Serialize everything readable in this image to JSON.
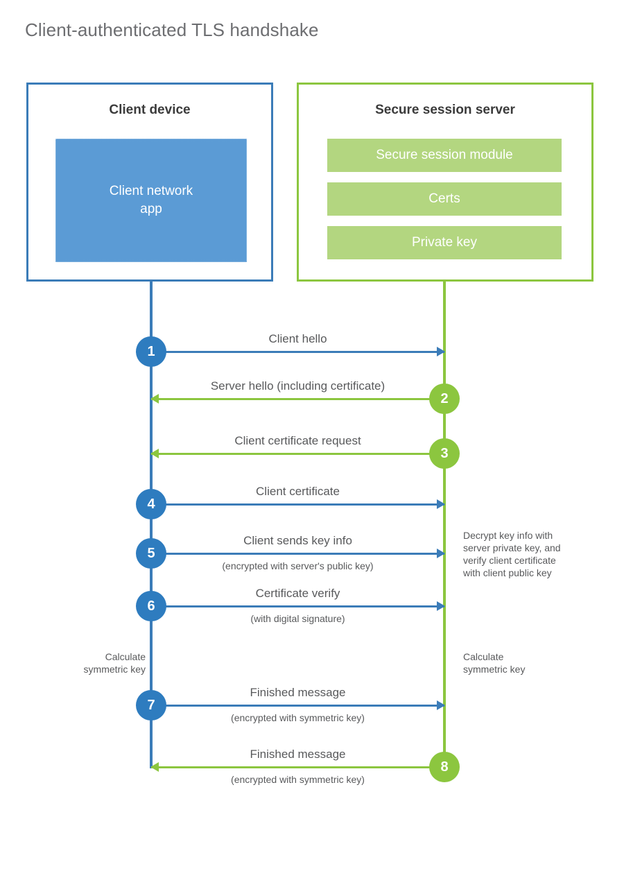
{
  "title": "Client-authenticated TLS handshake",
  "colors": {
    "client_blue": "#3b7cb8",
    "client_badge_blue": "#2e7cbf",
    "client_app_fill": "#5b9bd5",
    "server_green": "#8cc63f",
    "server_mod_fill": "#b3d680",
    "title_gray": "#6d6e71",
    "text_gray": "#58595b",
    "heading_dark": "#3b3b3b",
    "background": "#ffffff"
  },
  "client": {
    "title": "Client device",
    "app_label": "Client network\napp",
    "app_label_lines": [
      "Client network",
      "app"
    ]
  },
  "server": {
    "title": "Secure session server",
    "modules": [
      {
        "label": "Secure session module"
      },
      {
        "label": "Certs"
      },
      {
        "label": "Private key"
      }
    ]
  },
  "notes": {
    "server_decrypt": "Decrypt key info with server private key, and verify client certificate with client public key",
    "server_decrypt_lines": [
      "Decrypt key info with",
      "server private key, and",
      "verify client certificate",
      "with client public key"
    ],
    "client_calculate": "Calculate symmetric key",
    "client_calculate_lines": [
      "Calculate",
      "symmetric key"
    ],
    "server_calculate": "Calculate symmetric key",
    "server_calculate_lines": [
      "Calculate",
      "symmetric key"
    ]
  },
  "messages": [
    {
      "step": "1",
      "label": "Client hello",
      "sublabel": "",
      "direction": "client-to-server",
      "color": "#3b7cb8"
    },
    {
      "step": "2",
      "label": "Server hello (including certificate)",
      "sublabel": "",
      "direction": "server-to-client",
      "color": "#8cc63f"
    },
    {
      "step": "3",
      "label": "Client certificate request",
      "sublabel": "",
      "direction": "server-to-client",
      "color": "#8cc63f"
    },
    {
      "step": "4",
      "label": "Client certificate",
      "sublabel": "",
      "direction": "client-to-server",
      "color": "#3b7cb8"
    },
    {
      "step": "5",
      "label": "Client sends key info",
      "sublabel": "(encrypted with server's public key)",
      "direction": "client-to-server",
      "color": "#3b7cb8"
    },
    {
      "step": "6",
      "label": "Certificate verify",
      "sublabel": "(with digital signature)",
      "direction": "client-to-server",
      "color": "#3b7cb8"
    },
    {
      "step": "7",
      "label": "Finished message",
      "sublabel": "(encrypted with symmetric key)",
      "direction": "client-to-server",
      "color": "#3b7cb8"
    },
    {
      "step": "8",
      "label": "Finished message",
      "sublabel": "(encrypted with symmetric key)",
      "direction": "server-to-client",
      "color": "#8cc63f"
    }
  ]
}
